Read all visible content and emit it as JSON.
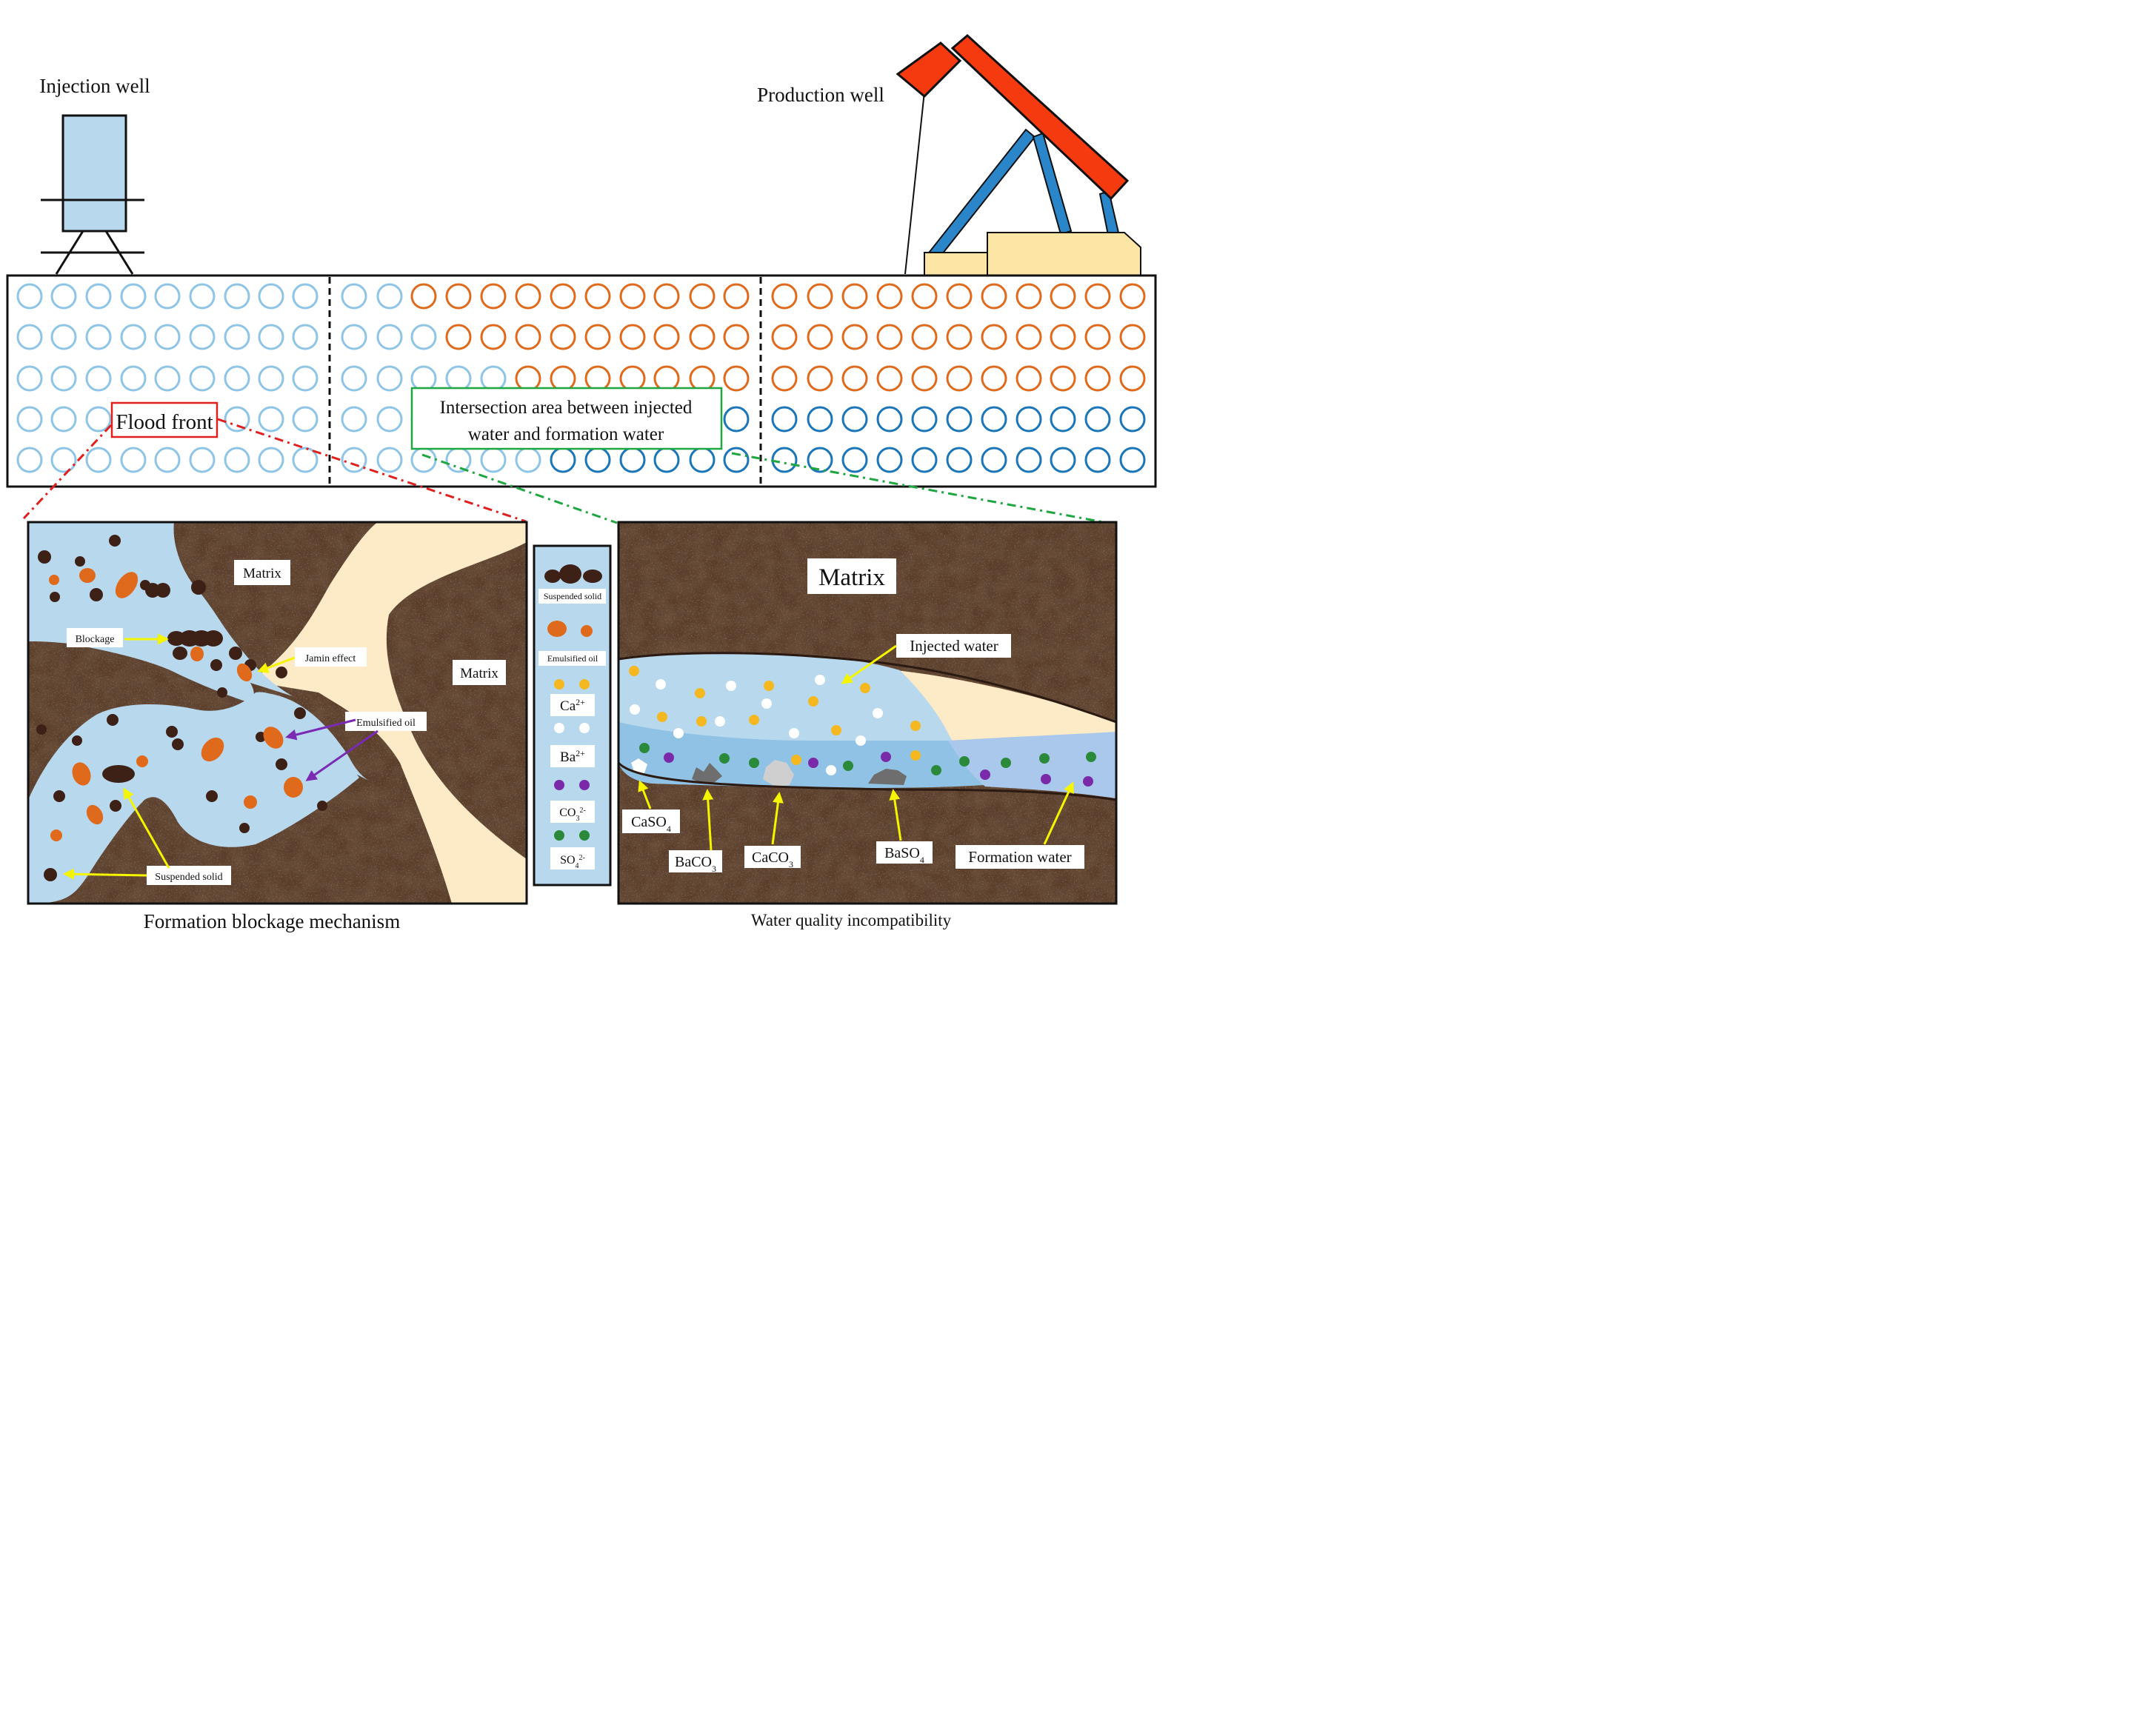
{
  "wells": {
    "injection": "Injection well",
    "production": "Production well"
  },
  "reservoir": {
    "flood_front": "Flood front",
    "intersection_line1": "Intersection area between injected",
    "intersection_line2": "water and formation water"
  },
  "blockage_panel": {
    "caption": "Formation blockage mechanism",
    "matrix_top": "Matrix",
    "matrix_right": "Matrix",
    "blockage": "Blockage",
    "jamin": "Jamin effect",
    "emulsified_oil": "Emulsified oil",
    "suspended_solid": "Suspended solid"
  },
  "legend": {
    "suspended_solid": "Suspended solid",
    "emulsified_oil": "Emulsified oil",
    "ca": {
      "base": "Ca",
      "sup": "2+"
    },
    "ba": {
      "base": "Ba",
      "sup": "2+"
    },
    "co3": {
      "base": "CO",
      "sub": "3",
      "sup": "2-"
    },
    "so4": {
      "base": "SO",
      "sub": "4",
      "sup": "2-"
    }
  },
  "water_panel": {
    "caption": "Water quality incompatibility",
    "matrix": "Matrix",
    "injected_water": "Injected water",
    "formation_water": "Formation water",
    "caso4": {
      "base": "CaSO",
      "sub": "4"
    },
    "baco3": {
      "base": "BaCO",
      "sub": "3"
    },
    "caco3": {
      "base": "CaCO",
      "sub": "3"
    },
    "baso4": {
      "base": "BaSO",
      "sub": "4"
    }
  },
  "colors": {
    "injected_water": "#b8d8ee",
    "injected_water_circle": "#8ec5e6",
    "oil_circle": "#e06a1b",
    "formation_water_circle": "#1a76b8",
    "rock": "#4f3426",
    "sand": "#fdebc8",
    "pump_beam": "#f43a0e",
    "pump_legs": "#2b86c9",
    "pump_base": "#fde5a6",
    "ca_ion": "#f6b820",
    "ba_ion": "#ffffff",
    "co3_ion": "#7a2aa8",
    "so4_ion": "#2a8a3a",
    "flood_front_box": "#e0201e",
    "intersection_box": "#1ea640",
    "arrow_yellow": "#f5f500",
    "arrow_purple": "#7b2ab4"
  },
  "icons": [
    "injection-wellhead-icon",
    "pumpjack-icon"
  ]
}
